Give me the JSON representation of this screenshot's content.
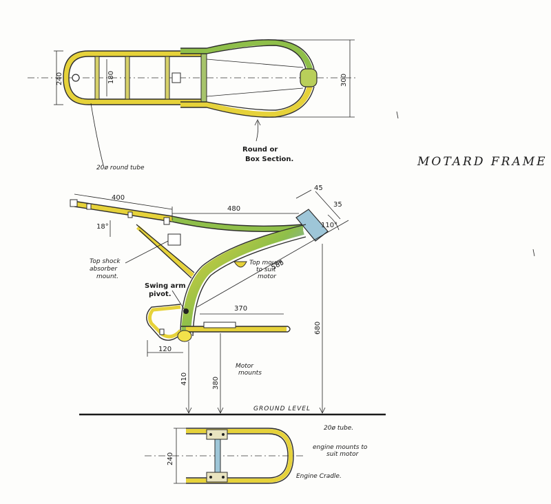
{
  "title": "MOTARD  FRAME",
  "notes": {
    "round_tube": "20ø round tube",
    "round_or_box_1": "Round or",
    "round_or_box_2": "Box Section.",
    "top_shock_1": "Top shock",
    "top_shock_2": "absorber",
    "top_shock_3": "mount.",
    "top_mount_1": "Top mount",
    "top_mount_2": "to suit",
    "top_mount_3": "motor",
    "swing_arm_1": "Swing arm",
    "swing_arm_2": "pivot.",
    "motor_mounts_1": "Motor",
    "motor_mounts_2": "mounts",
    "ground_level": "GROUND  LEVEL",
    "tube_20": "20ø tube.",
    "engine_mounts_1": "engine mounts to",
    "engine_mounts_2": "suit motor",
    "engine_cradle": "Engine Cradle."
  },
  "dimensions": {
    "top_width_rear": "240",
    "top_inner": "180",
    "top_width_front": "300",
    "side_rear_len": "400",
    "side_top_len": "480",
    "angle_rear": "18°",
    "head_tube": "45",
    "head_tube_len": "35",
    "head_angle": "110°",
    "down_tube": "585",
    "cradle_len": "370",
    "rear_offset": "120",
    "height_pivot": "410",
    "height_motor": "380",
    "height_head": "680",
    "cradle_width": "240"
  },
  "colors": {
    "tube_yellow": "#e6d23a",
    "tube_green": "#6fa53a",
    "tube_blue": "#7fa8d8",
    "ink": "#1a1a1a"
  }
}
